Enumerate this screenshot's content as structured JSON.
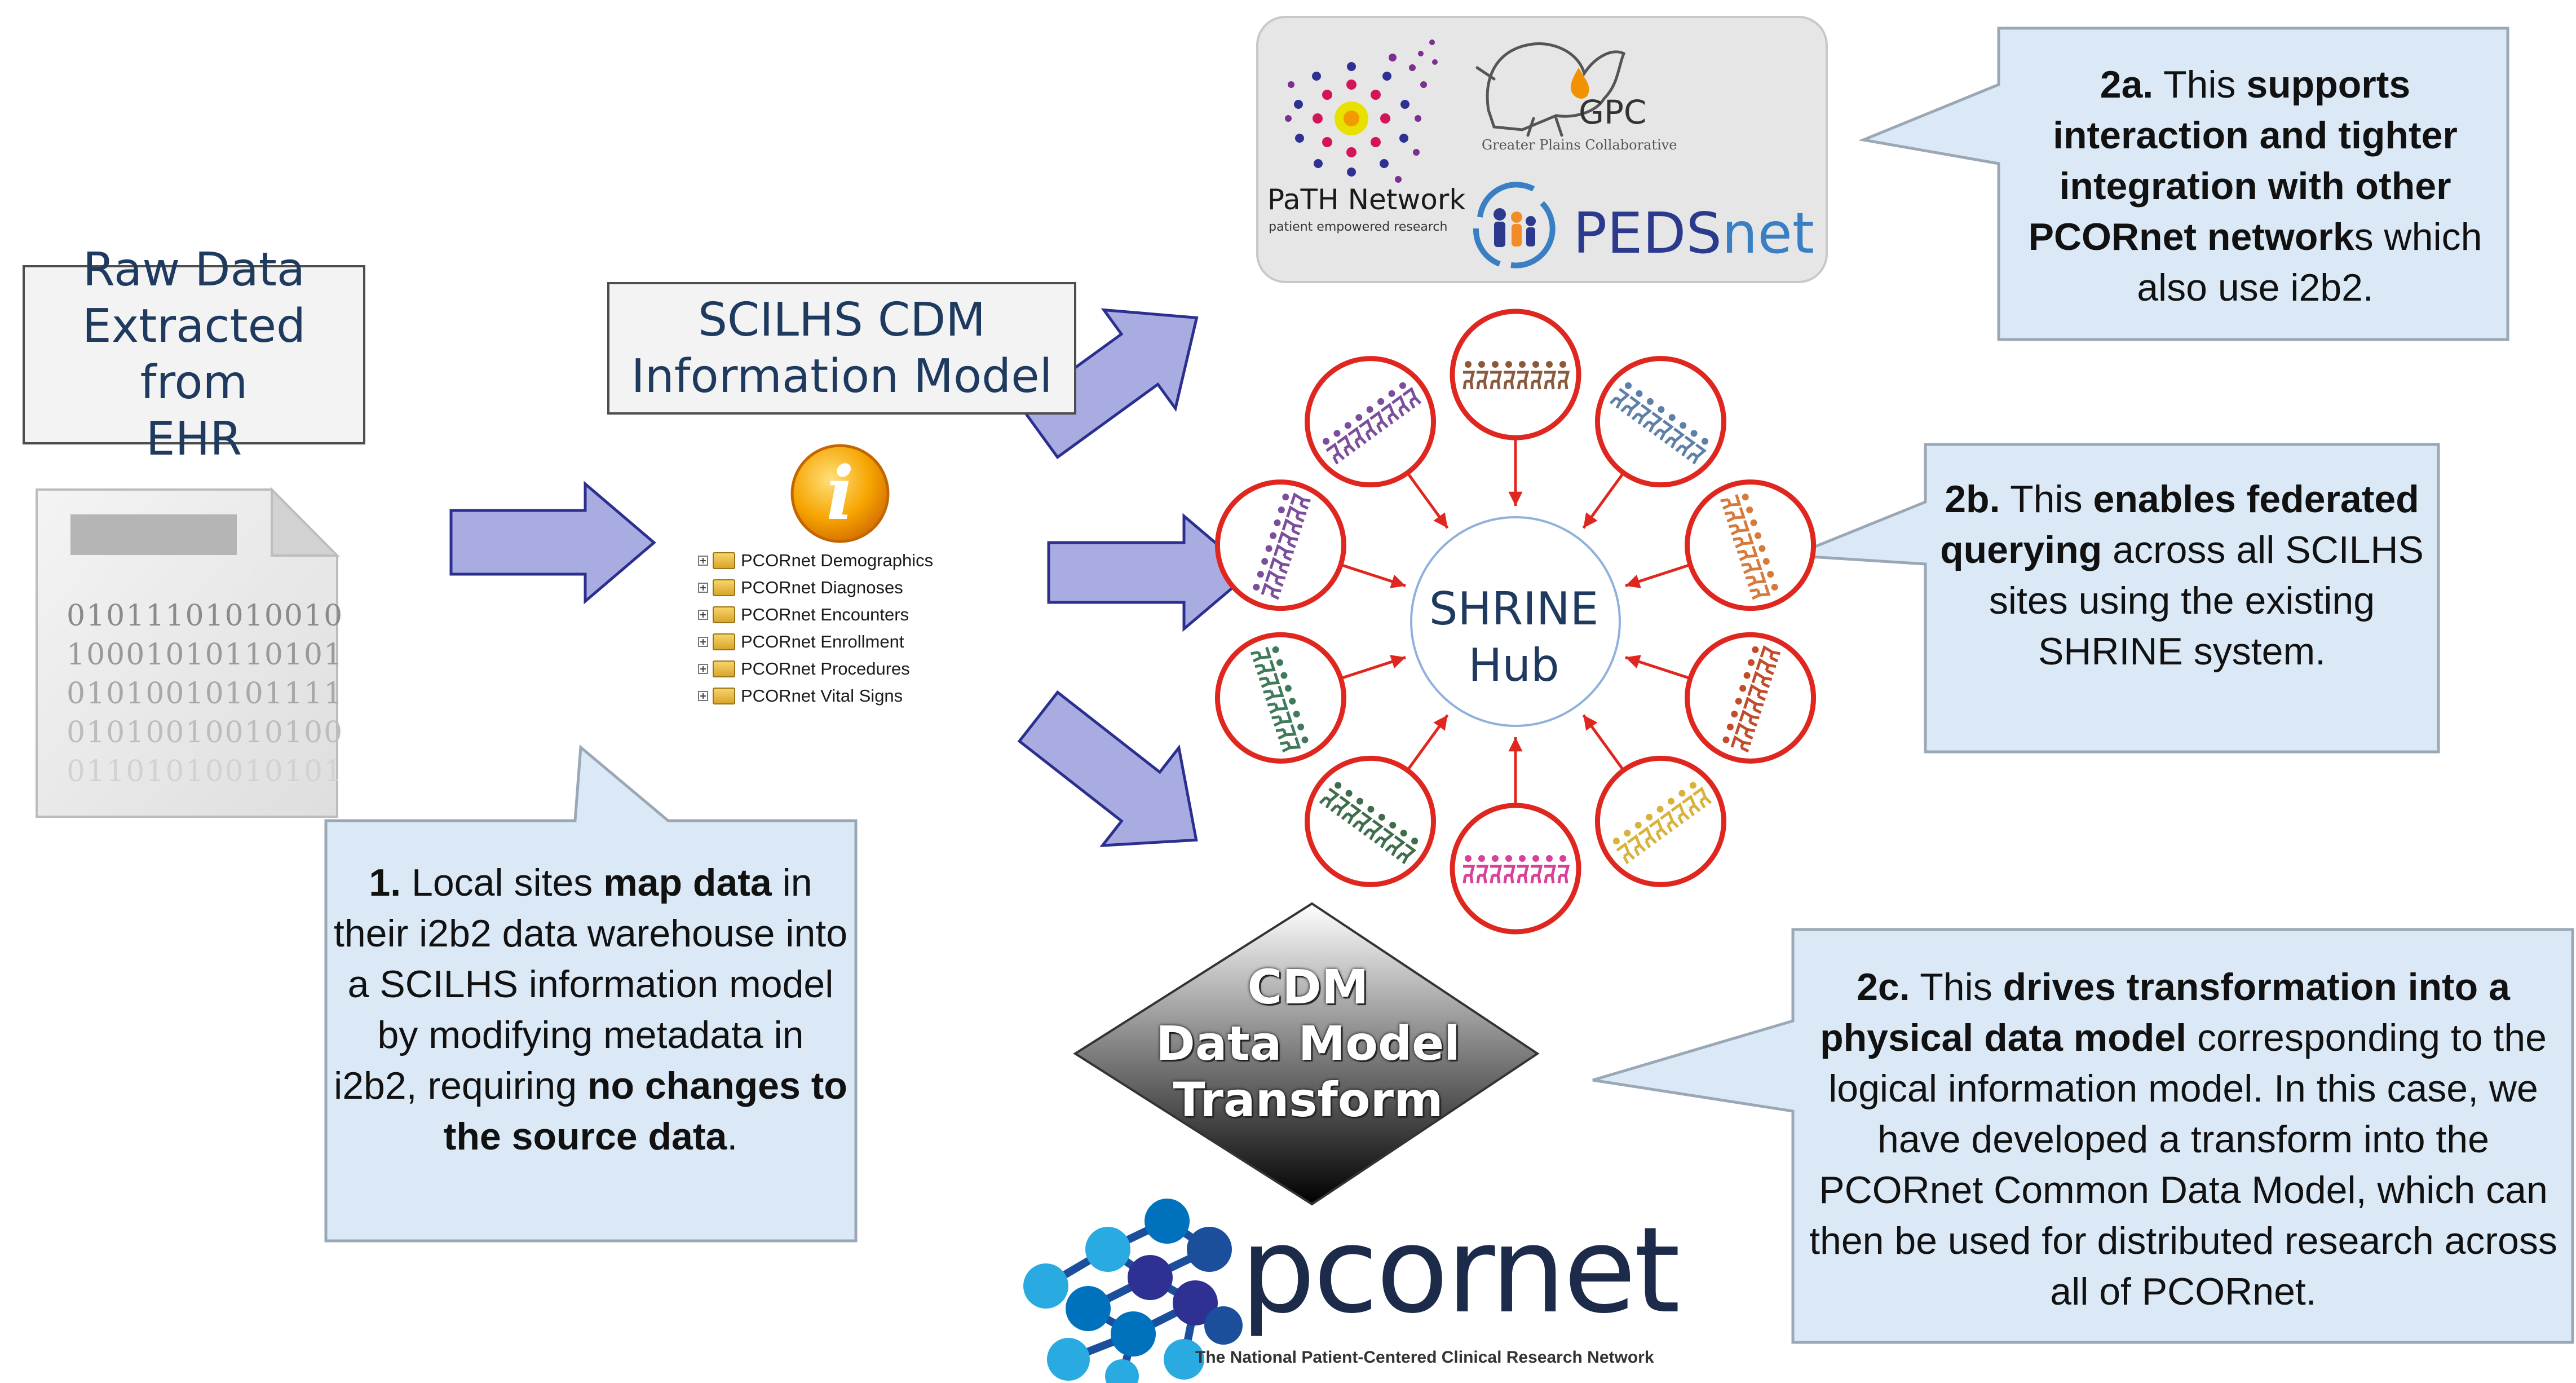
{
  "raw_data_label": [
    "Raw Data",
    "Extracted from",
    "EHR"
  ],
  "binary_lines": [
    "01011101010010",
    "10001010110101",
    "01010010101111",
    "01010010010100",
    "01101010010101"
  ],
  "info_model_label": [
    "SCILHS CDM",
    "Information Model"
  ],
  "info_icon_glyph": "i",
  "tree_items": [
    "PCORnet Demographics",
    "PCORnet Diagnoses",
    "PCORnet Encounters",
    "PCORnet Enrollment",
    "PCORnet Procedures",
    "PCORnet Vital Signs"
  ],
  "shrine_hub": [
    "SHRINE",
    "Hub"
  ],
  "cdm_transform": [
    "CDM",
    "Data Model",
    "Transform"
  ],
  "callout_1": {
    "num": "1.",
    "t1": " Local sites ",
    "b1": "map data",
    "t2": " in their i2b2 data warehouse into a SCILHS information model by modifying metadata in i2b2, requiring ",
    "b2": "no changes to the source data",
    "t3": "."
  },
  "callout_2a": {
    "num": "2a.",
    "t1": " This ",
    "b1": "supports interaction and tighter integration with other PCORnet network",
    "t2": "s which also use i2b2."
  },
  "callout_2b": {
    "num": "2b.",
    "t1": " This ",
    "b1": "enables federated querying",
    "t2": " across all SCILHS sites using the existing SHRINE system."
  },
  "callout_2c": {
    "num": "2c.",
    "t1": " This ",
    "b1": "drives transformation into a physical data model",
    "t2": " corresponding to the logical information model. In this case, we have developed a transform into the PCORnet Common Data Model, which can then be used for distributed research across all of PCORnet."
  },
  "partners": {
    "path_name": "PaTH Network",
    "path_sub": "patient empowered research",
    "gpc_name": "GPC",
    "gpc_sub": "Greater Plains Collaborative",
    "peds_a": "PEDS",
    "peds_b": "net"
  },
  "pcornet": {
    "name": "pcornet",
    "tagline": "The National Patient-Centered Clinical Research Network"
  },
  "colors": {
    "callout_fill": "#dbe9f6",
    "callout_stroke": "#9aa8b6",
    "arrow_fill": "#a9ace0",
    "arrow_stroke": "#2b2f8f",
    "site_circle": "#e0271f",
    "hub_stroke": "#8fb1dc"
  }
}
